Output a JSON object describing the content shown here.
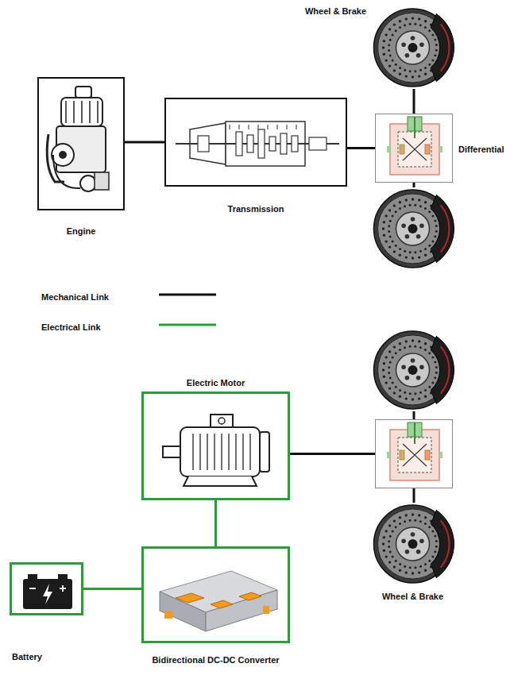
{
  "diagram": {
    "nodes": [
      {
        "text": [
          "Wheel & Brake"
        ]
      },
      {
        "text": [
          "Engine"
        ]
      },
      {
        "text": [
          "Transmission"
        ]
      },
      {
        "text": [
          "Differential"
        ]
      },
      {
        "text": []
      },
      {
        "text": [
          "Electric Motor"
        ]
      },
      {
        "text": []
      },
      {
        "text": []
      },
      {
        "text": [
          "Battery"
        ]
      },
      {
        "text": [
          "Bidirectional DC-DC Converter"
        ]
      },
      {
        "text": [
          "Wheel & Brake"
        ]
      }
    ],
    "edges": [
      {
        "from": 1,
        "to": 2,
        "arrow": "none"
      },
      {
        "from": 2,
        "to": 3,
        "arrow": "none"
      },
      {
        "from": 3,
        "to": 0,
        "arrow": "none"
      },
      {
        "from": 3,
        "to": 4,
        "arrow": "none"
      },
      {
        "from": 5,
        "to": 7,
        "arrow": "none"
      },
      {
        "from": 7,
        "to": 6,
        "arrow": "none"
      },
      {
        "from": 7,
        "to": 10,
        "arrow": "none"
      },
      {
        "from": 8,
        "to": 9,
        "arrow": "none"
      },
      {
        "from": 9,
        "to": 5,
        "arrow": "none"
      }
    ],
    "legend": [
      {
        "text": "Mechanical Link"
      },
      {
        "text": "Electrical Link"
      }
    ]
  }
}
